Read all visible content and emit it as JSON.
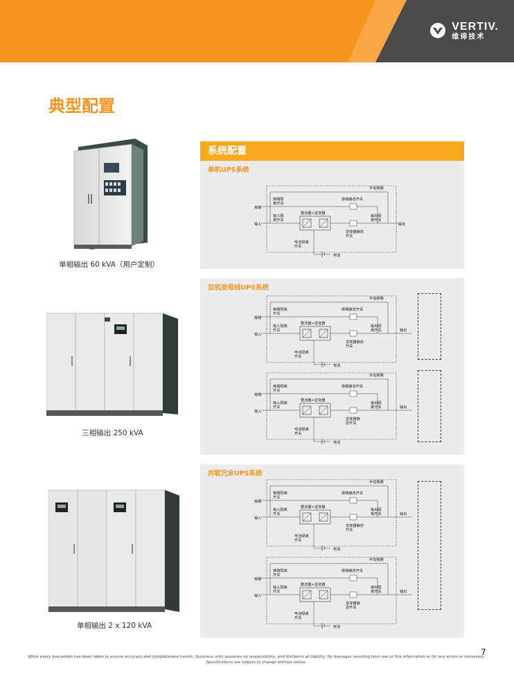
{
  "header": {
    "brand": "VERTIV.",
    "brand_sub": "维谛技术",
    "accent_color": "#f7941d",
    "dark_color": "#4a4a4a"
  },
  "page_title": "典型配置",
  "products": [
    {
      "caption": "单相输出 60 kVA（用户定制）",
      "image": "ups-cabinet-60kva"
    },
    {
      "caption": "三相输出 250 kVA",
      "image": "ups-cabinet-250kva"
    },
    {
      "caption": "单相输出 2 x 120 kVA",
      "image": "ups-cabinet-2x120kva"
    }
  ],
  "system_config": {
    "banner": "系统配置",
    "sections": [
      {
        "title": "单机UPS系统"
      },
      {
        "title": "双机双母线UPS系统"
      },
      {
        "title": "并联冗余UPS系统"
      }
    ]
  },
  "diagram_labels": {
    "manual_bypass": "手动旁路",
    "bypass_iso_1": "旁路隔",
    "bypass_iso_1b": "离开关",
    "bypass_iso_2": "旁路隔离",
    "bypass_iso_2b": "开关",
    "bypass_static": "旁路静态开关",
    "bypass": "旁路",
    "input_iso_1": "输入隔",
    "input_iso_1b": "离开关",
    "input_iso_2": "输入隔离",
    "input_iso_2b": "开关",
    "input": "输入",
    "rect_inv": "整流器+逆变器",
    "output_iso_1": "输出隔",
    "output_iso_1b": "离开关",
    "output": "输出",
    "inv_static_1": "逆变器静态",
    "inv_static_1b": "开关",
    "inv_static_2": "逆变器静",
    "inv_static_2b": "态开关",
    "battery_iso_1": "电池隔离",
    "battery_iso_1b": "开关",
    "battery": "电池"
  },
  "footer": {
    "note_line1": "While every precaution has been taken to ensure accuracy and completeness herein, (business unit) assumes no responsibility, and disclaims all liability, for damages resulting from use of this information or for any errors or omissions.",
    "note_line2": "Specifications are subject to change without notice.",
    "page_number": "7"
  }
}
